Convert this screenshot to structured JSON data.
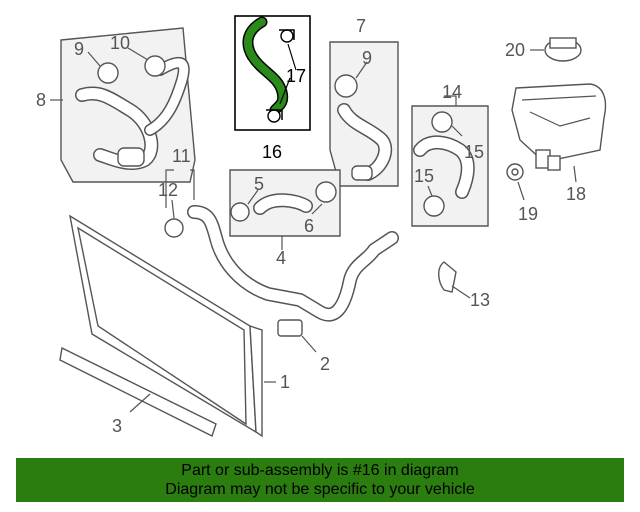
{
  "diagram": {
    "callouts": {
      "c1": "1",
      "c2": "2",
      "c3": "3",
      "c4": "4",
      "c5": "5",
      "c6": "6",
      "c7": "7",
      "c8": "8",
      "c9a": "9",
      "c9b": "9",
      "c10": "10",
      "c11": "11",
      "c12": "12",
      "c13": "13",
      "c14": "14",
      "c15a": "15",
      "c15b": "15",
      "c16": "16",
      "c17": "17",
      "c18": "18",
      "c19": "19",
      "c20": "20"
    },
    "highlight_part": "16",
    "colors": {
      "highlight_hose": "#1f6b12",
      "line": "#555555",
      "banner": "#2a7d0e"
    }
  },
  "footer": {
    "line1": "Part or sub-assembly is #16 in diagram",
    "line2": "Diagram may not be specific to your vehicle"
  }
}
